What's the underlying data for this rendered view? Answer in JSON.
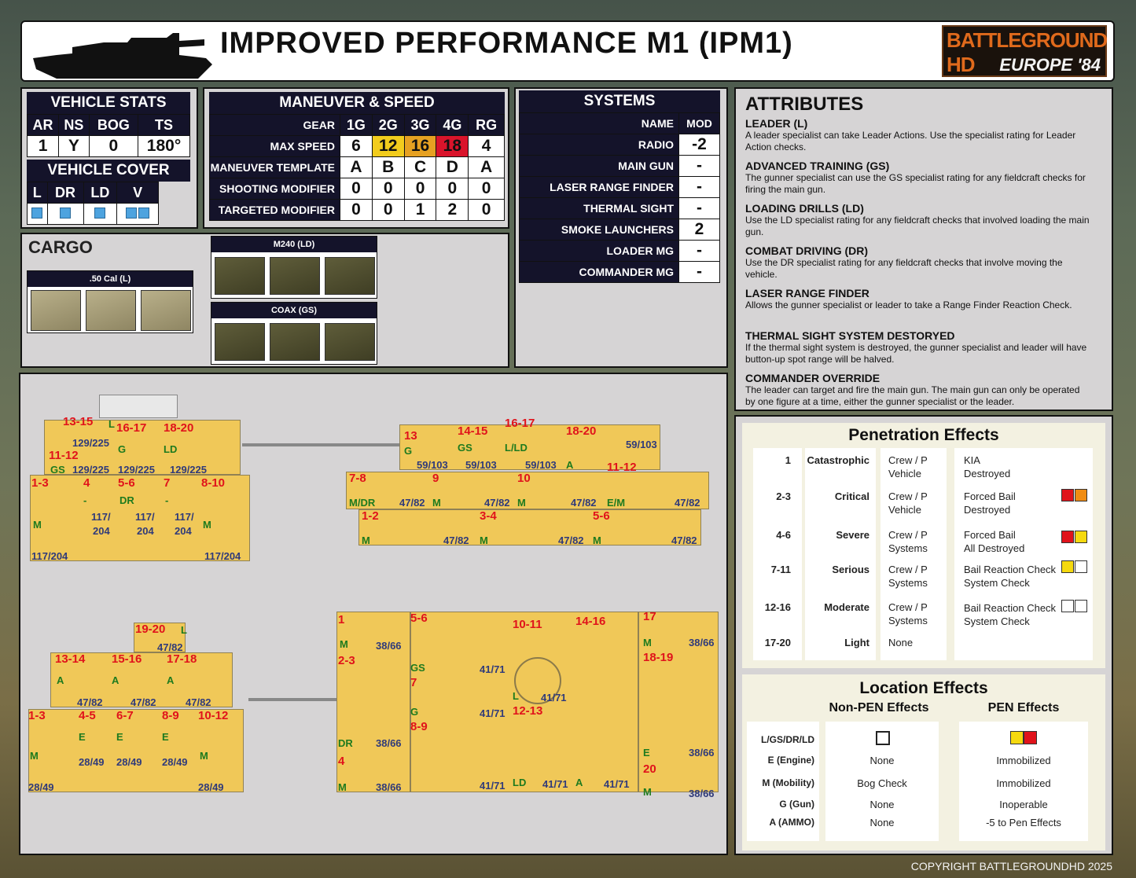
{
  "header": {
    "title": "IMPROVED PERFORMANCE M1 (IPM1)",
    "logo_line1": "BATTLEGROUND HD",
    "logo_line2": "EUROPE '84"
  },
  "vehicle_stats": {
    "title": "VEHICLE STATS",
    "headers": [
      "AR",
      "NS",
      "BOG",
      "TS"
    ],
    "values": [
      "1",
      "Y",
      "0",
      "180°"
    ]
  },
  "vehicle_cover": {
    "title": "VEHICLE COVER",
    "headers": [
      "L",
      "DR",
      "LD",
      "V"
    ]
  },
  "maneuver": {
    "title": "MANEUVER & SPEED",
    "gear_label": "GEAR",
    "gears": [
      "1G",
      "2G",
      "3G",
      "4G",
      "RG"
    ],
    "rows": [
      {
        "label": "MAX SPEED",
        "values": [
          "6",
          "12",
          "16",
          "18",
          "4"
        ]
      },
      {
        "label": "MANEUVER TEMPLATE",
        "values": [
          "A",
          "B",
          "C",
          "D",
          "A"
        ]
      },
      {
        "label": "SHOOTING MODIFIER",
        "values": [
          "0",
          "0",
          "0",
          "0",
          "0"
        ]
      },
      {
        "label": "TARGETED MODIFIER",
        "values": [
          "0",
          "0",
          "1",
          "2",
          "0"
        ]
      }
    ]
  },
  "systems": {
    "title": "SYSTEMS",
    "name_h": "NAME",
    "mod_h": "MOD",
    "rows": [
      {
        "name": "RADIO",
        "mod": "-2"
      },
      {
        "name": "MAIN GUN",
        "mod": "-"
      },
      {
        "name": "LASER RANGE FINDER",
        "mod": "-"
      },
      {
        "name": "THERMAL SIGHT",
        "mod": "-"
      },
      {
        "name": "SMOKE LAUNCHERS",
        "mod": "2"
      },
      {
        "name": "LOADER MG",
        "mod": "-"
      },
      {
        "name": "COMMANDER MG",
        "mod": "-"
      }
    ]
  },
  "cargo": {
    "title": "CARGO",
    "cal50": ".50 Cal (L)",
    "m240": "M240 (LD)",
    "coax": "COAX (GS)"
  },
  "attributes": {
    "title": "ATTRIBUTES",
    "items": [
      {
        "h": "LEADER (L)",
        "t": "A leader specialist can take Leader Actions. Use the specialist rating for Leader Action checks."
      },
      {
        "h": "ADVANCED TRAINING (GS)",
        "t": "The gunner specialist can use the GS specialist rating for any fieldcraft checks for firing the main gun."
      },
      {
        "h": "LOADING DRILLS (LD)",
        "t": "Use the LD specialist rating for any fieldcraft checks that involved loading the main gun."
      },
      {
        "h": "COMBAT DRIVING (DR)",
        "t": "Use the DR specialist rating for any fieldcraft checks that involve moving the vehicle."
      },
      {
        "h": "LASER RANGE FINDER",
        "t": "Allows the gunner specialist or leader to take a Range Finder Reaction Check."
      },
      {
        "h": "THERMAL SIGHT SYSTEM DESTORYED",
        "t": "If the thermal sight system is destroyed, the gunner specialist and leader will have button-up spot range will be halved."
      },
      {
        "h": "COMMANDER OVERRIDE",
        "t": "The leader can target and fire the main gun. The main gun can only be operated by one figure at a time, either the gunner specialist or the leader."
      }
    ]
  },
  "pen": {
    "title": "Penetration Effects",
    "rows": [
      {
        "roll": "1",
        "sev": "Catastrophic",
        "crew": "Crew / P",
        "crew2": "Vehicle",
        "e1": "KIA",
        "e2": "Destroyed",
        "c1": "",
        "c2": ""
      },
      {
        "roll": "2-3",
        "sev": "Critical",
        "crew": "Crew / P",
        "crew2": "Vehicle",
        "e1": "Forced Bail",
        "e2": "Destroyed",
        "c1": "#e0131b",
        "c2": "#f08c12"
      },
      {
        "roll": "4-6",
        "sev": "Severe",
        "crew": "Crew / P",
        "crew2": "Systems",
        "e1": "Forced Bail",
        "e2": "All Destroyed",
        "c1": "#e0131b",
        "c2": "#f5d90f"
      },
      {
        "roll": "7-11",
        "sev": "Serious",
        "crew": "Crew / P",
        "crew2": "Systems",
        "e1": "Bail Reaction Check",
        "e2": "System Check",
        "c1": "#f5d90f",
        "c2": "#ffffff"
      },
      {
        "roll": "12-16",
        "sev": "Moderate",
        "crew": "Crew / P",
        "crew2": "Systems",
        "e1": "Bail Reaction Check",
        "e2": "System Check",
        "c1": "#ffffff",
        "c2": "#ffffff"
      },
      {
        "roll": "17-20",
        "sev": "Light",
        "crew": "None",
        "crew2": "",
        "e1": "",
        "e2": "",
        "c1": "",
        "c2": ""
      }
    ]
  },
  "loc": {
    "title": "Location Effects",
    "nonpen_h": "Non-PEN Effects",
    "pen_h": "PEN Effects",
    "rows": [
      {
        "name": "L/GS/DR/LD",
        "np": "",
        "p": ""
      },
      {
        "name": "E (Engine)",
        "np": "None",
        "p": "Immobilized"
      },
      {
        "name": "M (Mobility)",
        "np": "Bog Check",
        "p": "Immobilized"
      },
      {
        "name": "G (Gun)",
        "np": "None",
        "p": "Inoperable"
      },
      {
        "name": "A (AMMO)",
        "np": "None",
        "p": "-5 to Pen Effects"
      }
    ]
  },
  "diag": {
    "front_ranges": [
      "13-15",
      "16-17",
      "18-20",
      "11-12",
      "1-3",
      "4",
      "5-6",
      "7",
      "8-10"
    ],
    "front_armor": [
      "129/225",
      "129/225",
      "129/225",
      "129/225",
      "117/",
      "117/",
      "117/",
      "204",
      "204",
      "204",
      "117/204",
      "117/204"
    ],
    "front_letters": [
      "L",
      "G",
      "LD",
      "GS",
      "DR",
      "-",
      "-",
      "M",
      "M"
    ],
    "side_ranges": [
      "13",
      "14-15",
      "16-17",
      "18-20",
      "7-8",
      "9",
      "10",
      "11-12",
      "1-2",
      "3-4",
      "5-6"
    ],
    "side_armor": [
      "59/103",
      "59/103",
      "59/103",
      "59/103",
      "47/82",
      "47/82",
      "47/82",
      "47/82",
      "47/82",
      "47/82",
      "47/82"
    ],
    "side_letters": [
      "G",
      "GS",
      "L/LD",
      "A",
      "M/DR",
      "M",
      "M",
      "E/M",
      "M",
      "M",
      "M"
    ],
    "rear_ranges": [
      "19-20",
      "13-14",
      "15-16",
      "17-18",
      "1-3",
      "4-5",
      "6-7",
      "8-9",
      "10-12"
    ],
    "rear_armor": [
      "47/82",
      "47/82",
      "47/82",
      "47/82",
      "28/49",
      "28/49",
      "28/49",
      "28/49",
      "28/49"
    ],
    "rear_letters": [
      "L",
      "A",
      "A",
      "A",
      "E",
      "E",
      "E",
      "M",
      "M"
    ],
    "top_ranges": [
      "1",
      "5-6",
      "10-11",
      "14-16",
      "17",
      "2-3",
      "18-19",
      "7",
      "12-13",
      "8-9",
      "4",
      "20"
    ],
    "top_armor": [
      "38/66",
      "41/71",
      "38/66",
      "41/71",
      "41/71",
      "38/66",
      "38/66",
      "41/71",
      "41/71",
      "41/71",
      "38/66",
      "38/66"
    ],
    "top_letters": [
      "M",
      "GS",
      "L",
      "G",
      "DR",
      "LD",
      "A",
      "M",
      "E",
      "M",
      "M"
    ]
  },
  "copyright": "COPYRIGHT BATTLEGROUNDHD 2025"
}
